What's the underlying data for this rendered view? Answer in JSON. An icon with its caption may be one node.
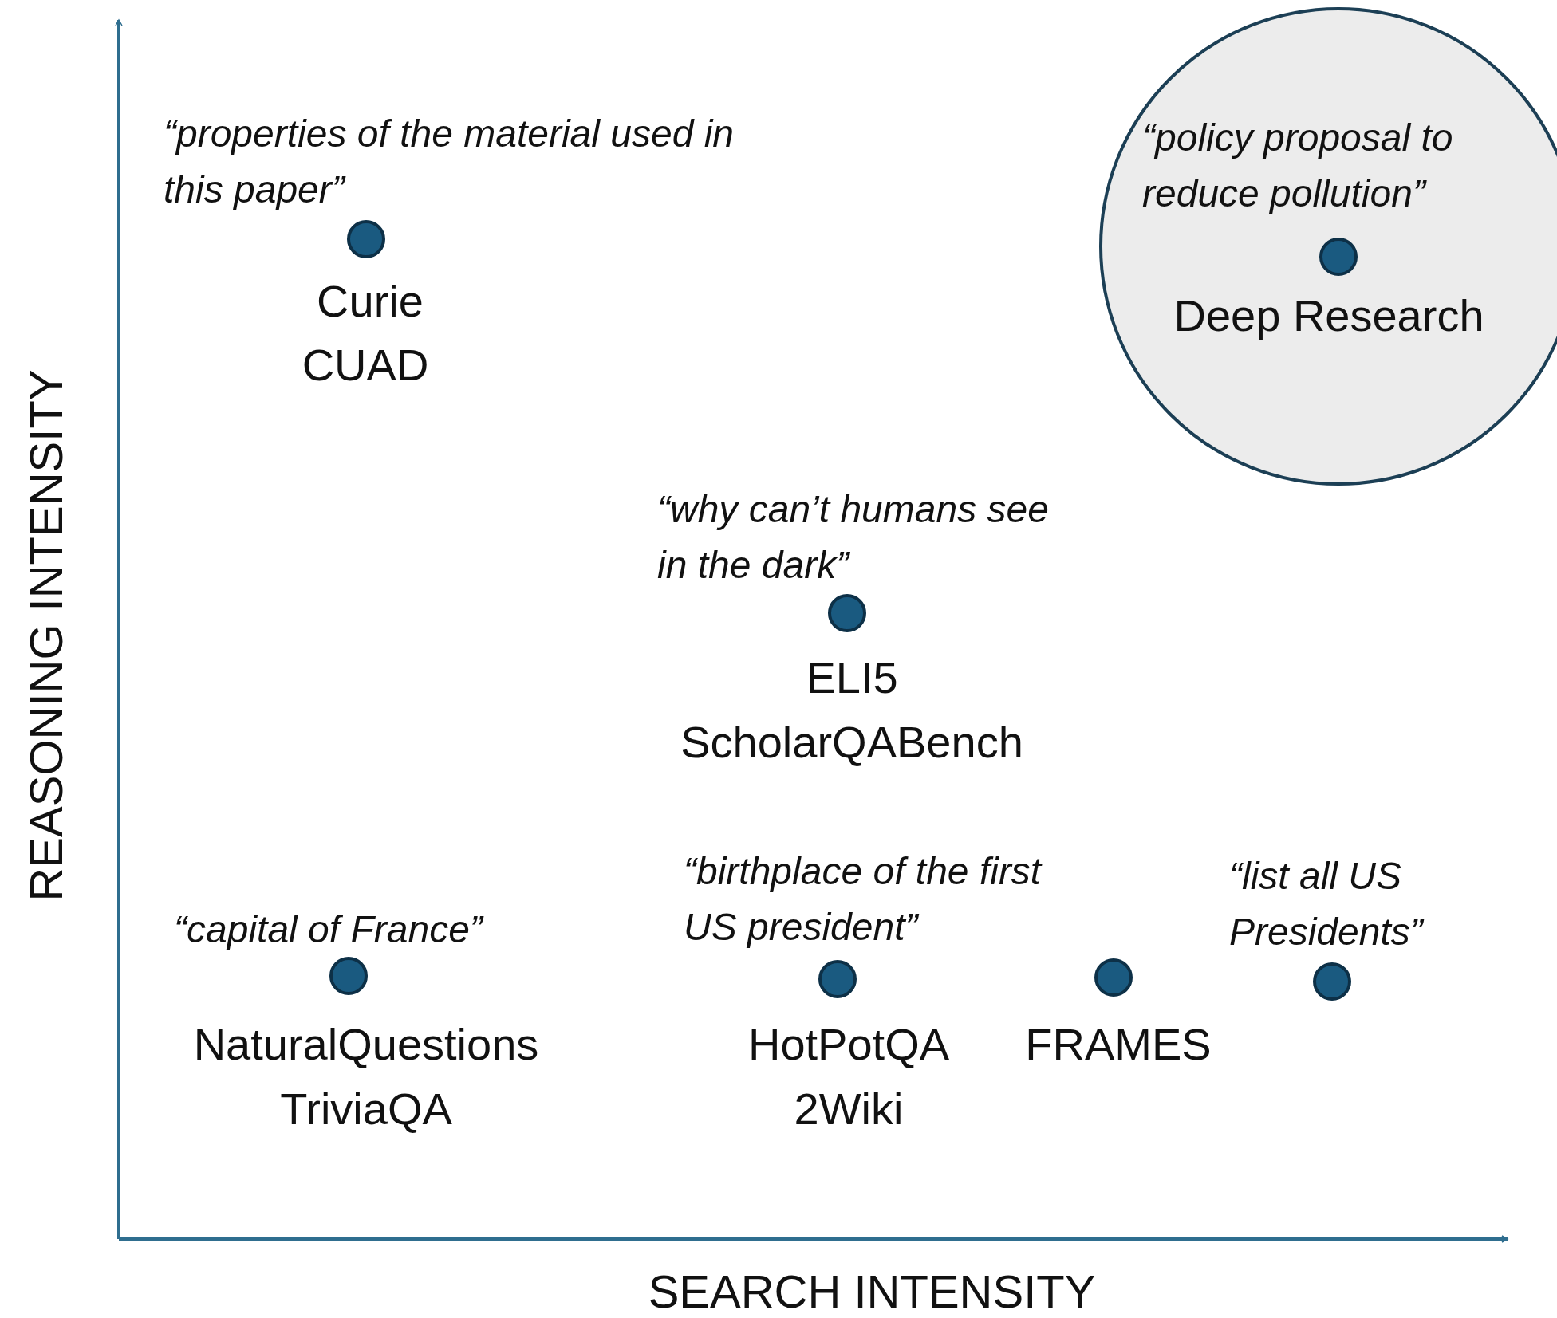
{
  "diagram": {
    "nodes": [
      {
        "text": [
          "“policy proposal to reduce pollution”",
          "Deep Research"
        ]
      }
    ],
    "labels": [
      "“properties of the material used in this paper”",
      "Curie",
      "CUAD",
      "“why can’t humans see in the dark”",
      "ELI5",
      "ScholarQABench",
      "“birthplace of the first US president”",
      "“list all US Presidents”",
      "“capital of France”",
      "NaturalQuestions",
      "HotPotQA",
      "FRAMES",
      "TriviaQA",
      "2Wiki",
      "REASONING INTENSITY",
      "SEARCH INTENSITY"
    ]
  }
}
